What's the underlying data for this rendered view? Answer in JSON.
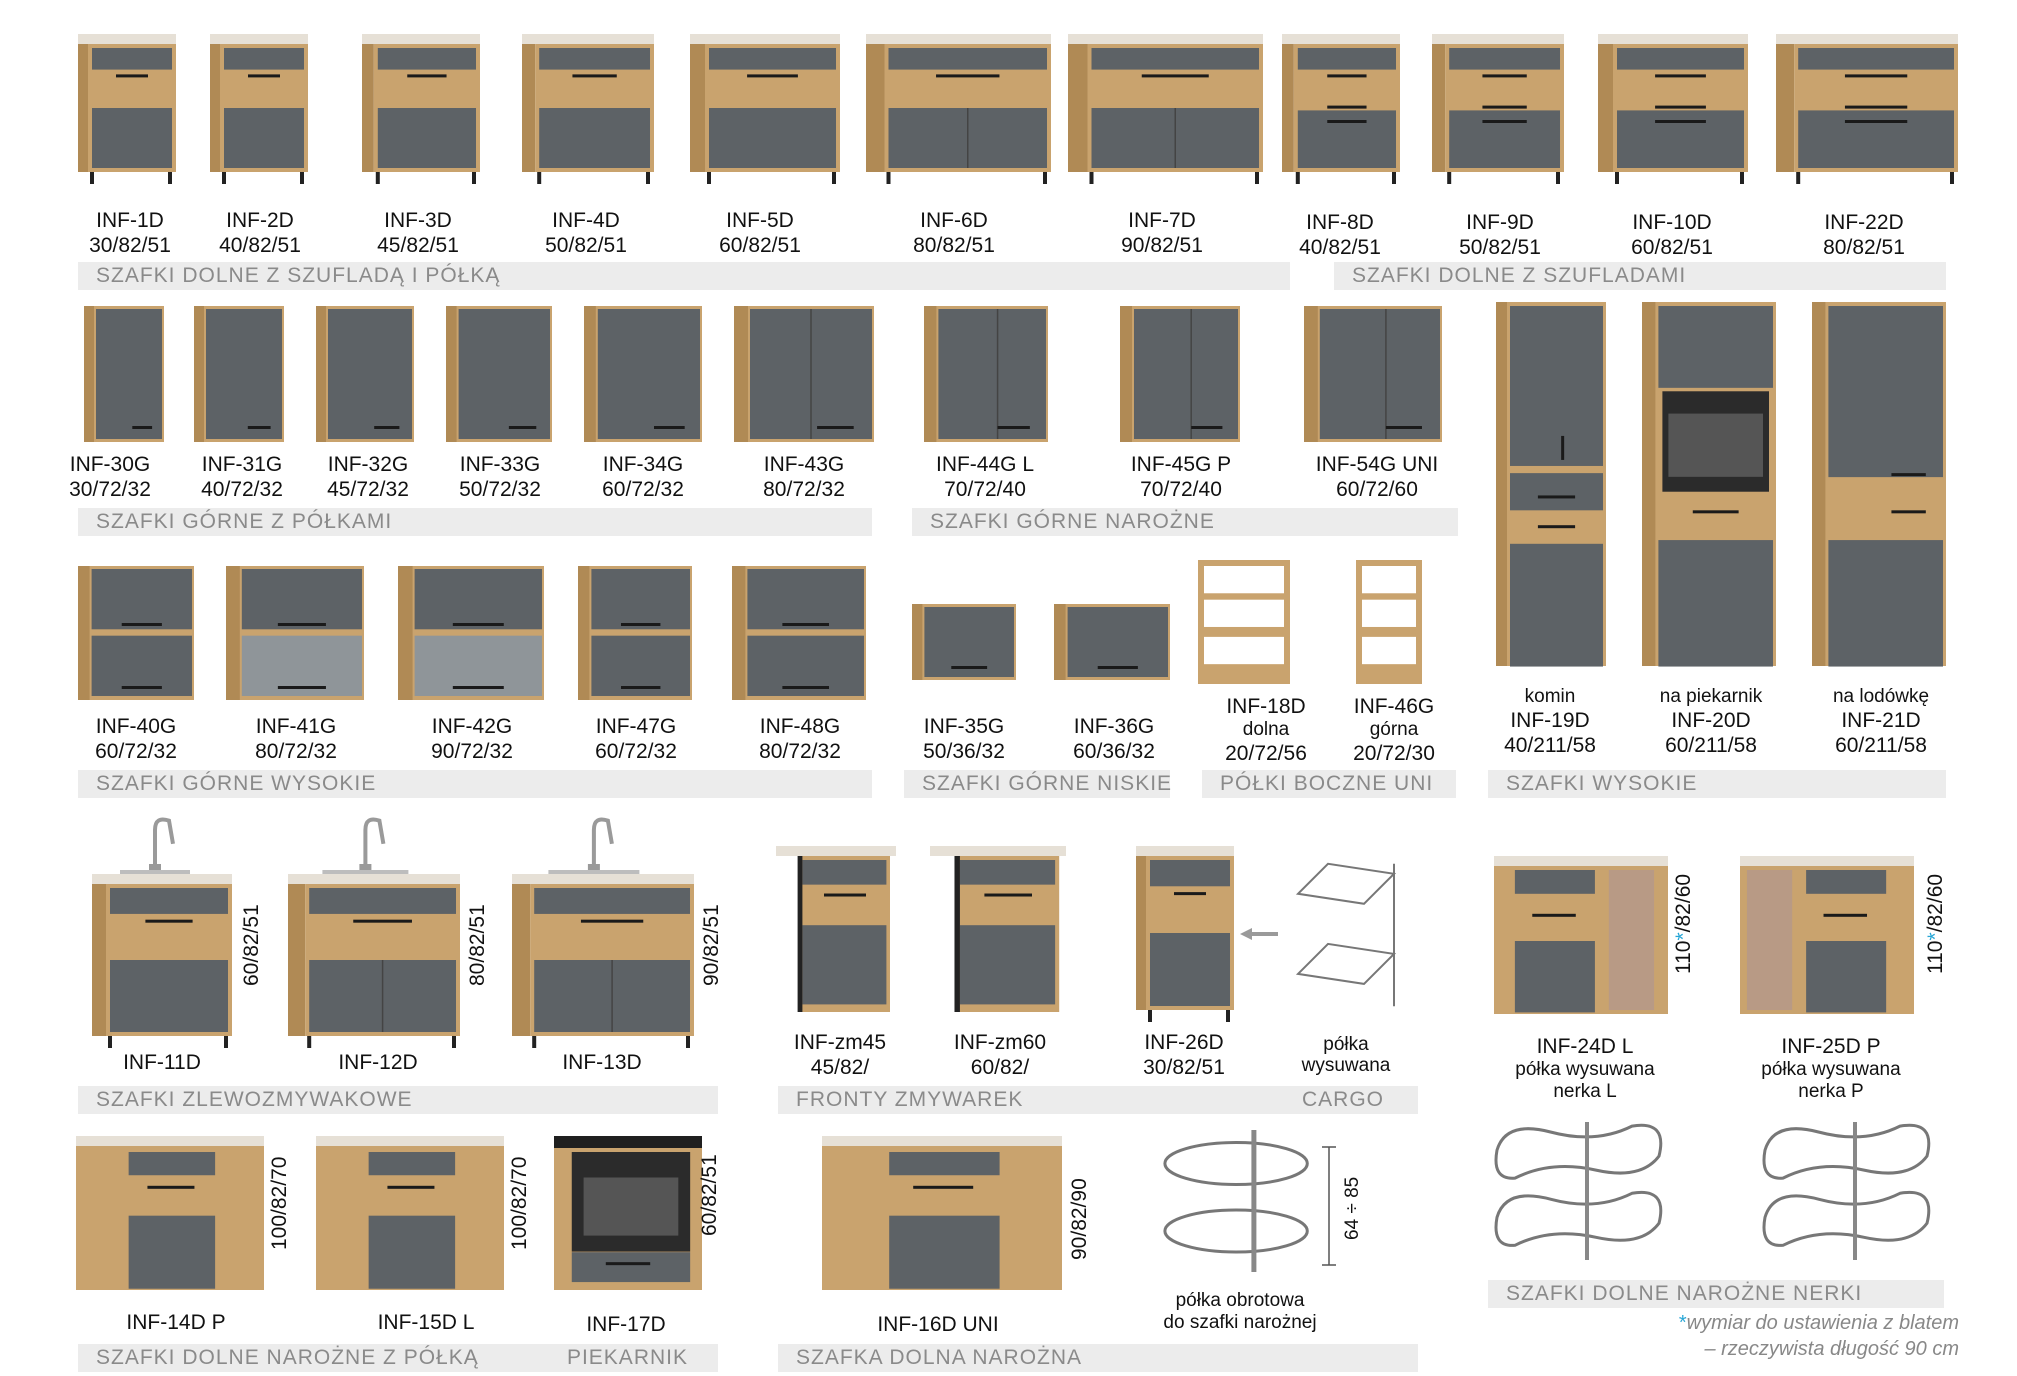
{
  "colors": {
    "wood": "#c9a36e",
    "wood_dark": "#b08a55",
    "front": "#5d6266",
    "top": "#e6e0d6",
    "bar_bg": "#ececec",
    "bar_text": "#8a8a8a",
    "asterisk": "#27a6d6"
  },
  "row1": {
    "items": [
      {
        "code": "INF-1D",
        "dim": "30/82/51"
      },
      {
        "code": "INF-2D",
        "dim": "40/82/51"
      },
      {
        "code": "INF-3D",
        "dim": "45/82/51"
      },
      {
        "code": "INF-4D",
        "dim": "50/82/51"
      },
      {
        "code": "INF-5D",
        "dim": "60/82/51"
      },
      {
        "code": "INF-6D",
        "dim": "80/82/51"
      },
      {
        "code": "INF-7D",
        "dim": "90/82/51"
      },
      {
        "code": "INF-8D",
        "dim": "40/82/51"
      },
      {
        "code": "INF-9D",
        "dim": "50/82/51"
      },
      {
        "code": "INF-10D",
        "dim": "60/82/51"
      },
      {
        "code": "INF-22D",
        "dim": "80/82/51"
      }
    ],
    "bar_left": "SZAFKI DOLNE Z SZUFLADĄ I PÓŁKĄ",
    "bar_right": "SZAFKI DOLNE Z SZUFLADAMI"
  },
  "row2": {
    "items": [
      {
        "code": "INF-30G",
        "dim": "30/72/32"
      },
      {
        "code": "INF-31G",
        "dim": "40/72/32"
      },
      {
        "code": "INF-32G",
        "dim": "45/72/32"
      },
      {
        "code": "INF-33G",
        "dim": "50/72/32"
      },
      {
        "code": "INF-34G",
        "dim": "60/72/32"
      },
      {
        "code": "INF-43G",
        "dim": "80/72/32"
      },
      {
        "code": "INF-44G L",
        "dim": "70/72/40"
      },
      {
        "code": "INF-45G P",
        "dim": "70/72/40"
      },
      {
        "code": "INF-54G UNI",
        "dim": "60/72/60"
      }
    ],
    "bar_left": "SZAFKI GÓRNE Z PÓŁKAMI",
    "bar_mid": "SZAFKI GÓRNE NAROŻNE"
  },
  "tall": {
    "items": [
      {
        "sub": "komin",
        "code": "INF-19D",
        "dim": "40/211/58"
      },
      {
        "sub": "na piekarnik",
        "code": "INF-20D",
        "dim": "60/211/58"
      },
      {
        "sub": "na lodówkę",
        "code": "INF-21D",
        "dim": "60/211/58"
      }
    ],
    "bar": "SZAFKI WYSOKIE"
  },
  "row3": {
    "items": [
      {
        "code": "INF-40G",
        "dim": "60/72/32"
      },
      {
        "code": "INF-41G",
        "dim": "80/72/32"
      },
      {
        "code": "INF-42G",
        "dim": "90/72/32"
      },
      {
        "code": "INF-47G",
        "dim": "60/72/32"
      },
      {
        "code": "INF-48G",
        "dim": "80/72/32"
      },
      {
        "code": "INF-35G",
        "dim": "50/36/32"
      },
      {
        "code": "INF-36G",
        "dim": "60/36/32"
      }
    ],
    "shelves": [
      {
        "code": "INF-18D",
        "sub": "dolna",
        "dim": "20/72/56"
      },
      {
        "code": "INF-46G",
        "sub": "górna",
        "dim": "20/72/30"
      }
    ],
    "bar_left": "SZAFKI GÓRNE WYSOKIE",
    "bar_mid": "SZAFKI GÓRNE NISKIE",
    "bar_right": "PÓŁKI BOCZNE UNI"
  },
  "row4": {
    "sinks": [
      {
        "code": "INF-11D",
        "vdim": "60/82/51"
      },
      {
        "code": "INF-12D",
        "vdim": "80/82/51"
      },
      {
        "code": "INF-13D",
        "vdim": "90/82/51"
      }
    ],
    "sink_bar": "SZAFKI ZLEWOZMYWAKOWE",
    "fronts": [
      {
        "code": "INF-zm45",
        "dim": "45/82/"
      },
      {
        "code": "INF-zm60",
        "dim": "60/82/"
      },
      {
        "code": "INF-26D",
        "dim": "30/82/51"
      }
    ],
    "cargo_label": "półka wysuwana",
    "fronts_bar": "FRONTY ZMYWAREK",
    "cargo_bar": "CARGO",
    "kidney": [
      {
        "code": "INF-24D L",
        "vdim_a": "110",
        "vdim_b": "*",
        "vdim_c": "/82/60",
        "sub1": "półka wysuwana",
        "sub2": "nerka L"
      },
      {
        "code": "INF-25D P",
        "vdim_a": "110",
        "vdim_b": "*",
        "vdim_c": "/82/60",
        "sub1": "półka wysuwana",
        "sub2": "nerka P"
      }
    ],
    "kidney_bar": "SZAFKI DOLNE NAROŻNE NERKI"
  },
  "row5": {
    "items": [
      {
        "code": "INF-14D P",
        "vdim": "100/82/70"
      },
      {
        "code": "INF-15D L",
        "vdim": "100/82/70"
      },
      {
        "code": "INF-17D",
        "vdim": "60/82/51"
      }
    ],
    "bar_left": "SZAFKI DOLNE NAROŻNE Z PÓŁKĄ",
    "bar_right": "PIEKARNIK",
    "corner": {
      "code": "INF-16D UNI",
      "vdim": "90/82/90"
    },
    "carousel_vdim": "64 ÷ 85",
    "carousel_label1": "półka obrotowa",
    "carousel_label2": "do szafki narożnej",
    "corner_bar": "SZAFKA DOLNA NAROŻNA"
  },
  "footnote": {
    "star": "*",
    "line1": "wymiar do ustawienia z blatem",
    "line2": "– rzeczywista długość 90 cm"
  }
}
